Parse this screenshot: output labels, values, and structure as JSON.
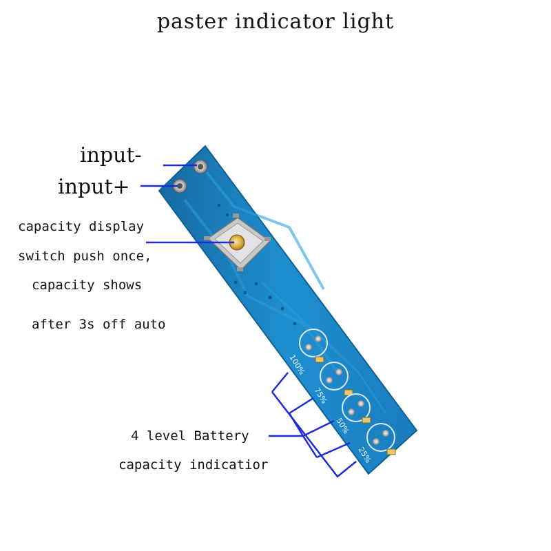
{
  "title": "paster indicator light",
  "labels": {
    "input_minus": "input-",
    "input_plus": "input+",
    "switch_lines": [
      "capacity display",
      "switch push once,",
      "capacity shows",
      "after 3s off auto"
    ],
    "battery_lines": [
      "4 level Battery",
      "capacity indicatior"
    ]
  },
  "board": {
    "led_labels": [
      "100%",
      "75%",
      "50%",
      "25%"
    ]
  },
  "colors": {
    "pcb_blue": "#1f8fd0",
    "pcb_edge": "#156aa3",
    "leader_line": "#1b2bd6",
    "text": "#111111"
  }
}
